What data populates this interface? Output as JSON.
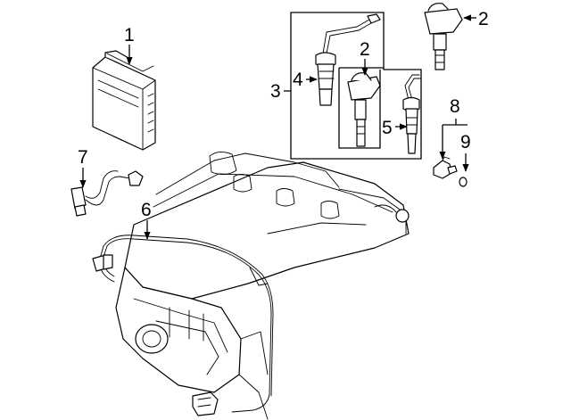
{
  "callouts": {
    "c1": "1",
    "c2_top": "2",
    "c2_inner": "2",
    "c3": "3",
    "c4": "4",
    "c5": "5",
    "c6": "6",
    "c7": "7",
    "c8": "8",
    "c9": "9"
  }
}
